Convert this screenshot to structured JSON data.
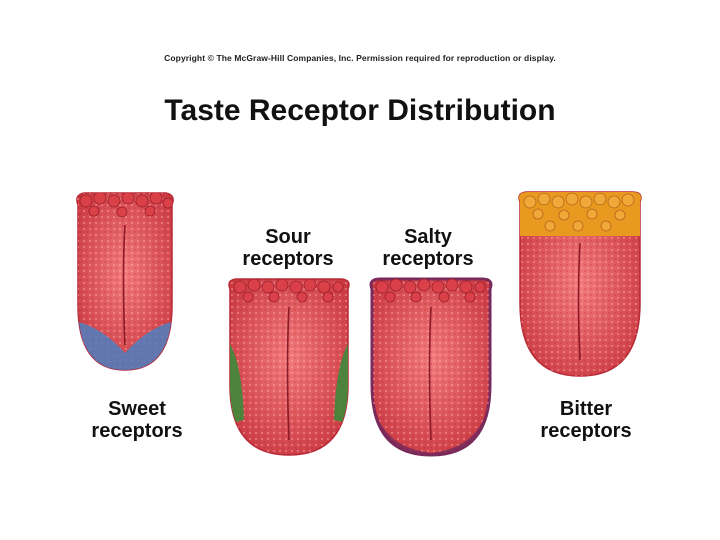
{
  "copyright": "Copyright © The McGraw-Hill Companies, Inc. Permission required for reproduction or display.",
  "title": "Taste Receptor Distribution",
  "labels": {
    "sweet": {
      "line1": "Sweet",
      "line2": "receptors"
    },
    "sour": {
      "line1": "Sour",
      "line2": "receptors"
    },
    "salty": {
      "line1": "Salty",
      "line2": "receptors"
    },
    "bitter": {
      "line1": "Bitter",
      "line2": "receptors"
    }
  },
  "colors": {
    "tongue": "#e8666a",
    "tongue_dark": "#c8323c",
    "papillae": "#d94048",
    "sweet_region": "#4f7fc0",
    "sour_region": "#3e8a3a",
    "salty_region": "#7a2a5a",
    "bitter_region": "#e89a20"
  }
}
